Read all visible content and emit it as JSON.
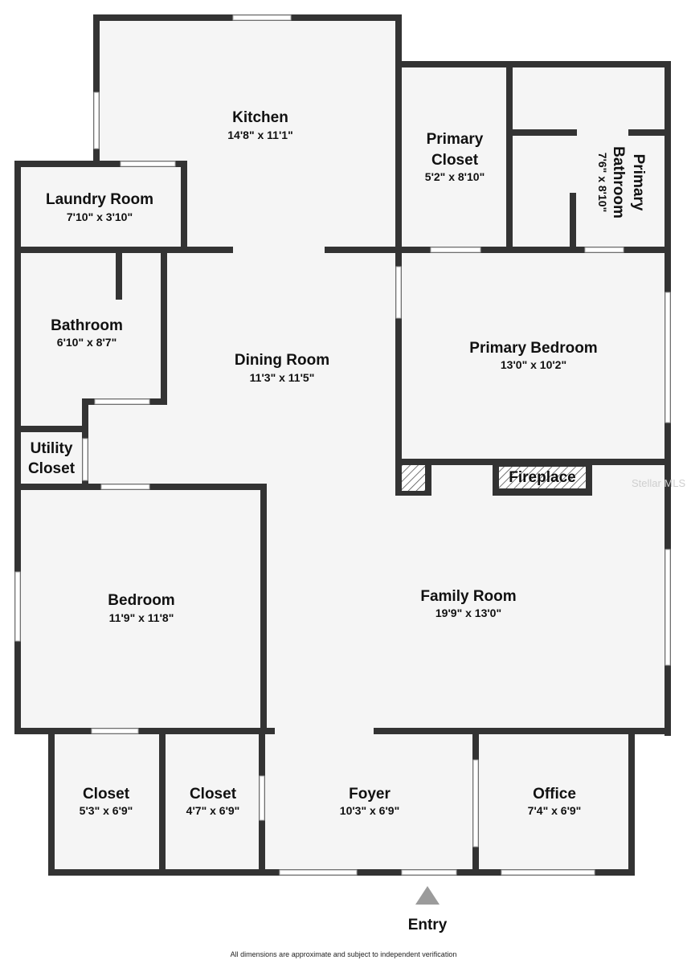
{
  "rooms": {
    "kitchen": {
      "name": "Kitchen",
      "dims": "14'8\" x 11'1\""
    },
    "laundry": {
      "name": "Laundry Room",
      "dims": "7'10\" x 3'10\""
    },
    "primary_closet": {
      "name_line1": "Primary",
      "name_line2": "Closet",
      "dims": "5'2\" x 8'10\""
    },
    "primary_bathroom": {
      "name_line1": "Primary",
      "name_line2": "Bathroom",
      "dims": "7'6\" x 8'10\""
    },
    "bathroom": {
      "name": "Bathroom",
      "dims": "6'10\" x 8'7\""
    },
    "dining": {
      "name": "Dining Room",
      "dims": "11'3\" x 11'5\""
    },
    "primary_bedroom": {
      "name": "Primary Bedroom",
      "dims": "13'0\" x 10'2\""
    },
    "utility_closet": {
      "name_line1": "Utility",
      "name_line2": "Closet"
    },
    "fireplace": {
      "name": "Fireplace"
    },
    "bedroom": {
      "name": "Bedroom",
      "dims": "11'9\" x 11'8\""
    },
    "family": {
      "name": "Family Room",
      "dims": "19'9\" x 13'0\""
    },
    "closet_1": {
      "name": "Closet",
      "dims": "5'3\" x 6'9\""
    },
    "closet_2": {
      "name": "Closet",
      "dims": "4'7\" x 6'9\""
    },
    "foyer": {
      "name": "Foyer",
      "dims": "10'3\" x 6'9\""
    },
    "office": {
      "name": "Office",
      "dims": "7'4\" x 6'9\""
    }
  },
  "entry_label": "Entry",
  "watermark": "Stellar MLS",
  "disclaimer": "All dimensions are approximate and subject to independent verification",
  "colors": {
    "wall": "#333333",
    "floor": "#f5f5f5",
    "window": "#ffffff"
  }
}
